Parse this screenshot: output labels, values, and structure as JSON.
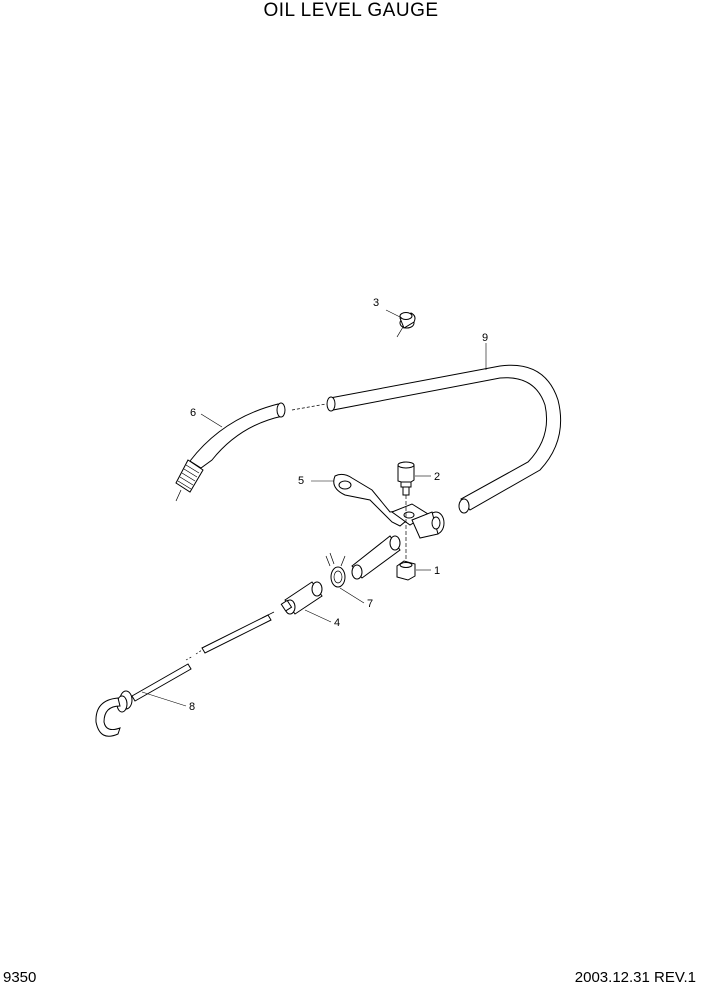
{
  "title": "OIL LEVEL GAUGE",
  "footer": {
    "page_number": "9350",
    "date_rev": "2003.12.31  REV.1"
  },
  "callouts": [
    {
      "id": "1",
      "part": "nut"
    },
    {
      "id": "2",
      "part": "bolt"
    },
    {
      "id": "3",
      "part": "cap"
    },
    {
      "id": "4",
      "part": "tube-fitting"
    },
    {
      "id": "5",
      "part": "bracket"
    },
    {
      "id": "6",
      "part": "hose"
    },
    {
      "id": "7",
      "part": "clip"
    },
    {
      "id": "8",
      "part": "dipstick"
    },
    {
      "id": "9",
      "part": "guide-tube"
    }
  ]
}
